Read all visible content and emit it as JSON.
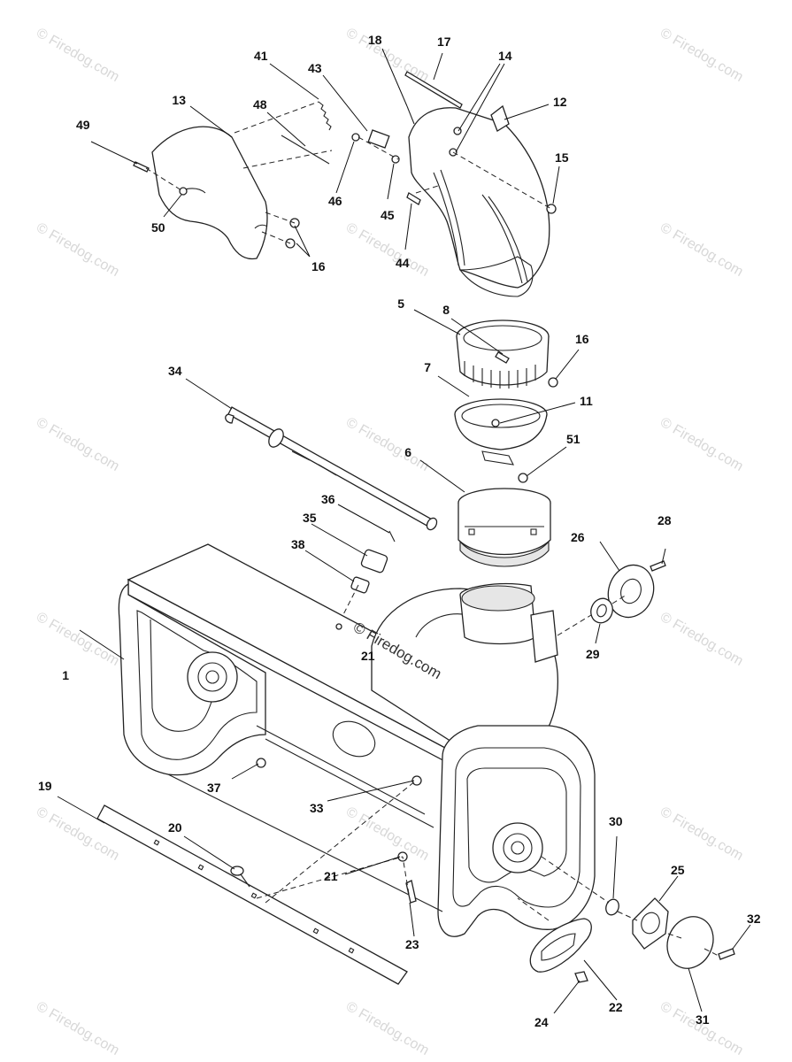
{
  "watermark": {
    "text": "© Firedog.com",
    "center_text": "© Firedog.com"
  },
  "callouts": {
    "c1": "1",
    "c5": "5",
    "c6": "6",
    "c7": "7",
    "c8": "8",
    "c11": "11",
    "c12": "12",
    "c13": "13",
    "c14": "14",
    "c15": "15",
    "c16a": "16",
    "c16b": "16",
    "c17": "17",
    "c18": "18",
    "c19": "19",
    "c20": "20",
    "c21a": "21",
    "c21b": "21",
    "c22": "22",
    "c23": "23",
    "c24": "24",
    "c25": "25",
    "c26": "26",
    "c28": "28",
    "c29": "29",
    "c30": "30",
    "c31": "31",
    "c32": "32",
    "c33": "33",
    "c34": "34",
    "c35": "35",
    "c36": "36",
    "c37": "37",
    "c38": "38",
    "c41": "41",
    "c43": "43",
    "c44": "44",
    "c45": "45",
    "c46": "46",
    "c48": "48",
    "c49": "49",
    "c50": "50",
    "c51": "51"
  }
}
